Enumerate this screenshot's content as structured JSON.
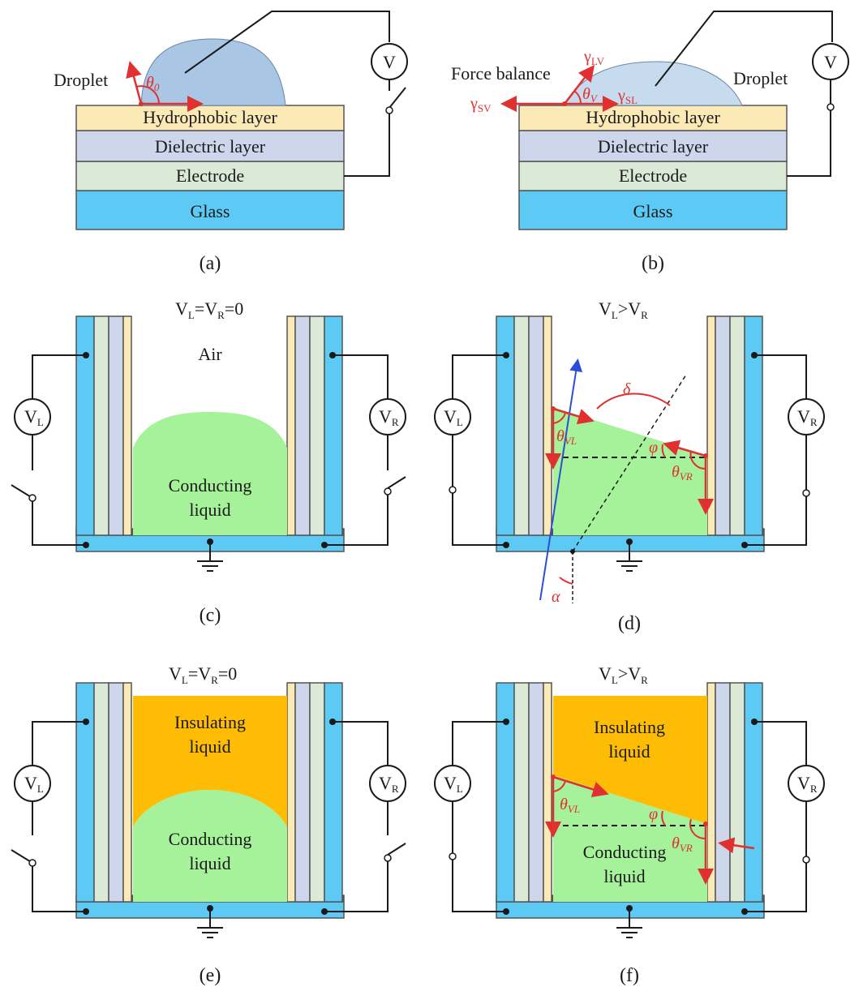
{
  "colors": {
    "glass": "#5ccaf4",
    "electrode": "#dbead6",
    "dielectric": "#cdd6ea",
    "hydrophobic": "#fbe9b6",
    "droplet": "#a9c6e4",
    "conducting": "#a6f29a",
    "insulating": "#ffbc05",
    "annotation": "#e03030",
    "axis": "#2a4fd6"
  },
  "panel_a": {
    "droplet_label": "Droplet",
    "theta": "θ",
    "theta_sub": "0",
    "hydrophobic": "Hydrophobic layer",
    "dielectric": "Dielectric layer",
    "electrode": "Electrode",
    "glass": "Glass",
    "voltmeter": "V",
    "caption": "(a)"
  },
  "panel_b": {
    "force_balance": "Force balance",
    "droplet_label": "Droplet",
    "gamma": "γ",
    "gamma_lv_sub": "LV",
    "gamma_sl_sub": "SL",
    "gamma_sv_sub": "SV",
    "theta": "θ",
    "theta_sub": "V",
    "hydrophobic": "Hydrophobic layer",
    "dielectric": "Dielectric layer",
    "electrode": "Electrode",
    "glass": "Glass",
    "voltmeter": "V",
    "caption": "(b)"
  },
  "panel_c": {
    "condition_v": "V",
    "condition_l": "L",
    "condition_eq": "=V",
    "condition_r": "R",
    "condition_end": "=0",
    "air": "Air",
    "liquid_line1": "Conducting",
    "liquid_line2": "liquid",
    "vl": "V",
    "vl_sub": "L",
    "vr": "V",
    "vr_sub": "R",
    "caption": "(c)"
  },
  "panel_d": {
    "condition_v": "V",
    "condition_l": "L",
    "condition_gt": ">V",
    "condition_r": "R",
    "delta": "δ",
    "phi": "φ",
    "alpha": "α",
    "theta": "θ",
    "theta_vl_sub": "VL",
    "theta_vr_sub": "VR",
    "vl": "V",
    "vl_sub": "L",
    "vr": "V",
    "vr_sub": "R",
    "caption": "(d)"
  },
  "panel_e": {
    "condition_v": "V",
    "condition_l": "L",
    "condition_eq": "=V",
    "condition_r": "R",
    "condition_end": "=0",
    "insulating_line1": "Insulating",
    "insulating_line2": "liquid",
    "conducting_line1": "Conducting",
    "conducting_line2": "liquid",
    "vl": "V",
    "vl_sub": "L",
    "vr": "V",
    "vr_sub": "R",
    "caption": "(e)"
  },
  "panel_f": {
    "condition_v": "V",
    "condition_l": "L",
    "condition_gt": ">V",
    "condition_r": "R",
    "insulating_line1": "Insulating",
    "insulating_line2": "liquid",
    "conducting_line1": "Conducting",
    "conducting_line2": "liquid",
    "phi": "φ",
    "theta": "θ",
    "theta_vl_sub": "VL",
    "theta_vr_sub": "VR",
    "vl": "V",
    "vl_sub": "L",
    "vr": "V",
    "vr_sub": "R",
    "caption": "(f)"
  }
}
